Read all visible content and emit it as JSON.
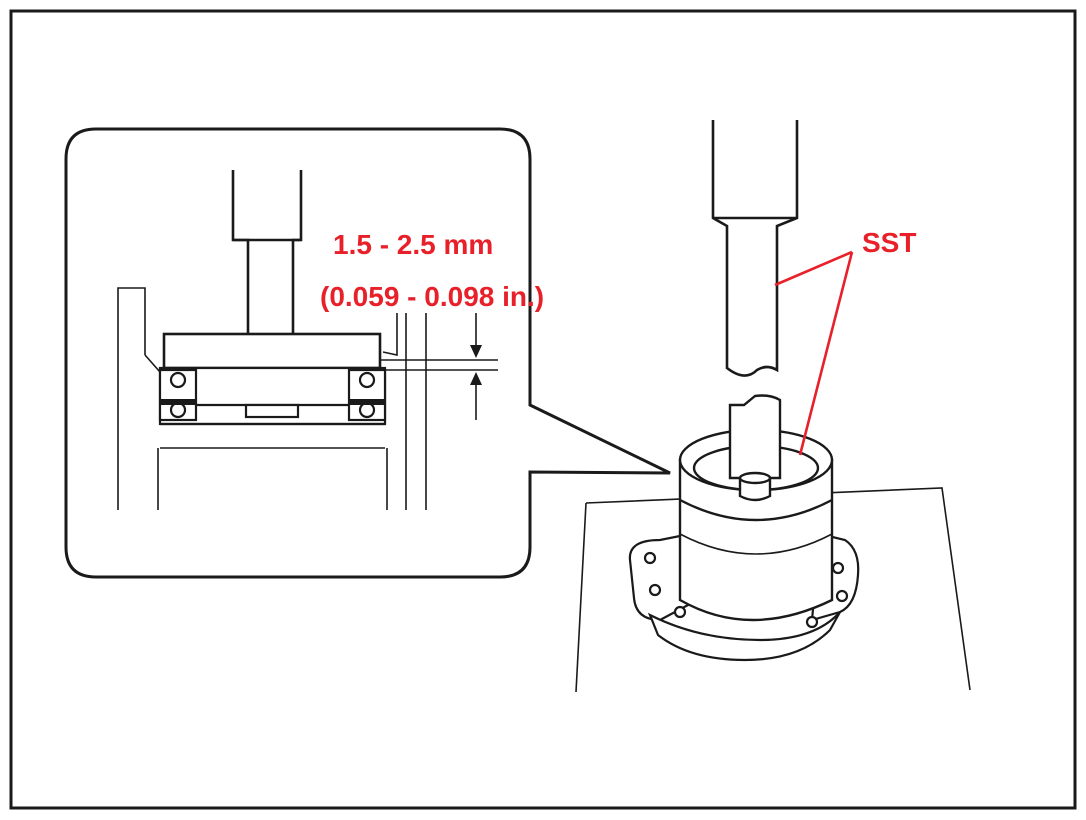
{
  "labels": {
    "dimension_mm": "1.5 - 2.5 mm",
    "dimension_in": "(0.059 - 0.098 in.)",
    "sst": "SST"
  },
  "colors": {
    "line": "#1a1a1a",
    "annotation": "#e8202a",
    "background": "#ffffff"
  }
}
